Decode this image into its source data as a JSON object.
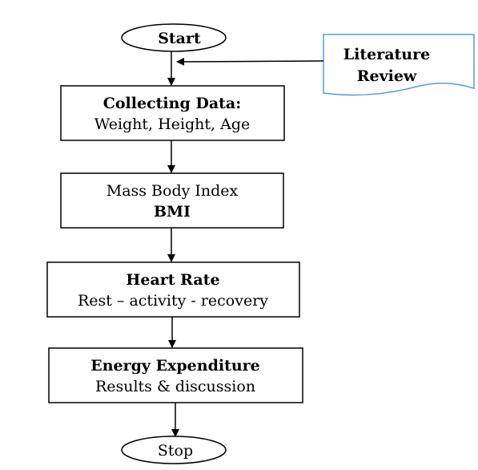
{
  "terminals": {
    "start": "Start",
    "stop": "Stop"
  },
  "document": {
    "line1": "Literature",
    "line2": "Review"
  },
  "steps": [
    {
      "line1": "Collecting Data:",
      "line2": "Weight, Height, Age"
    },
    {
      "line1": "Mass Body Index",
      "line2": "BMI"
    },
    {
      "line1": "Heart Rate",
      "line2": "Rest – activity - recovery"
    },
    {
      "line1": "Energy Expenditure",
      "line2": "Results & discussion"
    }
  ]
}
